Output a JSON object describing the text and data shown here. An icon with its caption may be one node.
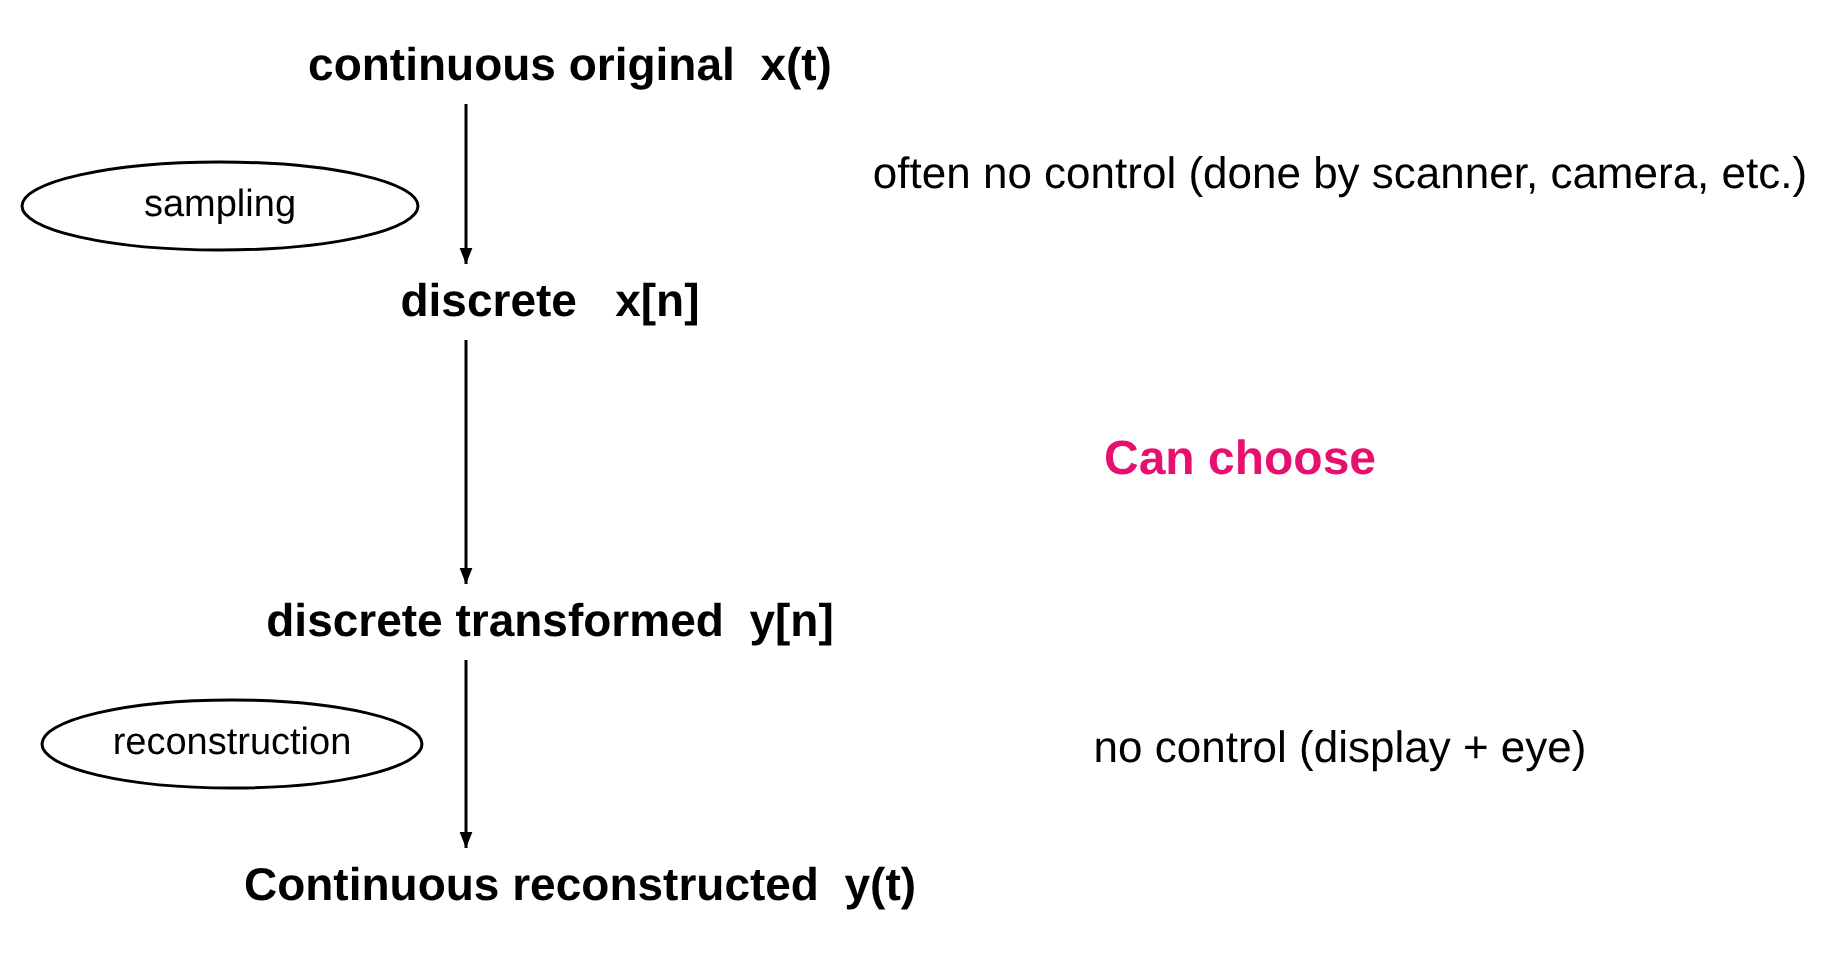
{
  "diagram": {
    "nodes": [
      {
        "text": [
          "continuous original  x(t)"
        ]
      },
      {
        "text": [
          "discrete   x[n]"
        ]
      },
      {
        "text": [
          "discrete transformed  y[n]"
        ]
      },
      {
        "text": [
          "Continuous reconstructed  y(t)"
        ]
      },
      {
        "text": [
          "sampling"
        ]
      },
      {
        "text": [
          "reconstruction"
        ]
      }
    ],
    "edges": [
      {
        "from": 0,
        "to": 1,
        "arrow": "to"
      },
      {
        "from": 1,
        "to": 2,
        "arrow": "to"
      },
      {
        "from": 2,
        "to": 3,
        "arrow": "to"
      }
    ],
    "labels": [
      "often no control (done by scanner, camera, etc.)",
      "Can choose",
      "no control (display + eye)"
    ]
  }
}
